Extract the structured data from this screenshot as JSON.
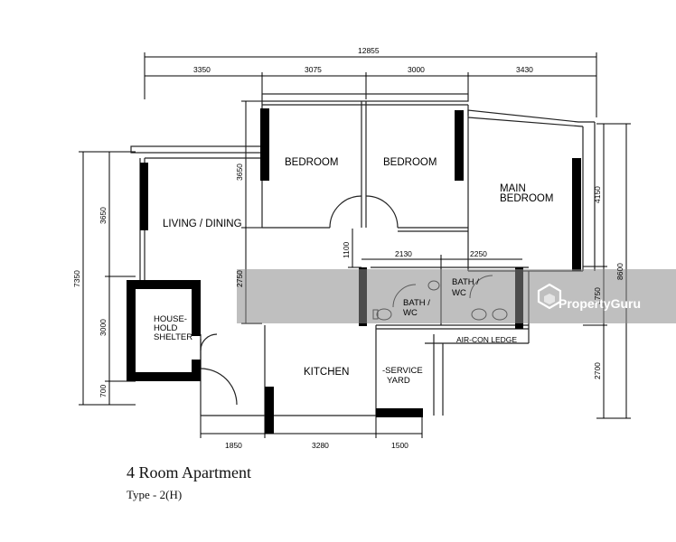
{
  "plan": {
    "title": "4 Room Apartment",
    "subtitle": "Type - 2(H)",
    "rooms": {
      "bedroom_1": "BEDROOM",
      "bedroom_2": "BEDROOM",
      "main_bedroom_1": "MAIN",
      "main_bedroom_2": "BEDROOM",
      "living_dining": "LIVING / DINING",
      "household_shelter_1": "HOUSE-",
      "household_shelter_2": "HOLD",
      "household_shelter_3": "SHELTER",
      "bath_wc_1a": "BATH /",
      "bath_wc_1b": "WC",
      "bath_wc_2a": "BATH /",
      "bath_wc_2b": "WC",
      "kitchen": "KITCHEN",
      "service_yard_1": "-SERVICE",
      "service_yard_2": "YARD",
      "aircon_ledge": "AIR-CON LEDGE"
    },
    "dimensions": {
      "overall_width": "12855",
      "top_1": "3350",
      "top_2": "3075",
      "top_3": "3000",
      "top_4": "3430",
      "left_total": "7350",
      "left_1": "3650",
      "left_2": "3000",
      "left_3": "700",
      "right_total": "8600",
      "right_1": "4150",
      "right_2": "1750",
      "right_3": "2700",
      "inner_bedroom_height": "3650",
      "inner_left_height": "2750",
      "inner_small": "1100",
      "bath_width_1": "2130",
      "bath_width_2": "2250",
      "bottom_1": "1850",
      "bottom_2": "3280",
      "bottom_3": "1500"
    },
    "watermark": "PropertyGuru",
    "colors": {
      "wall": "#000000",
      "line": "#333333",
      "watermark_band": "#8a8a8a"
    }
  }
}
